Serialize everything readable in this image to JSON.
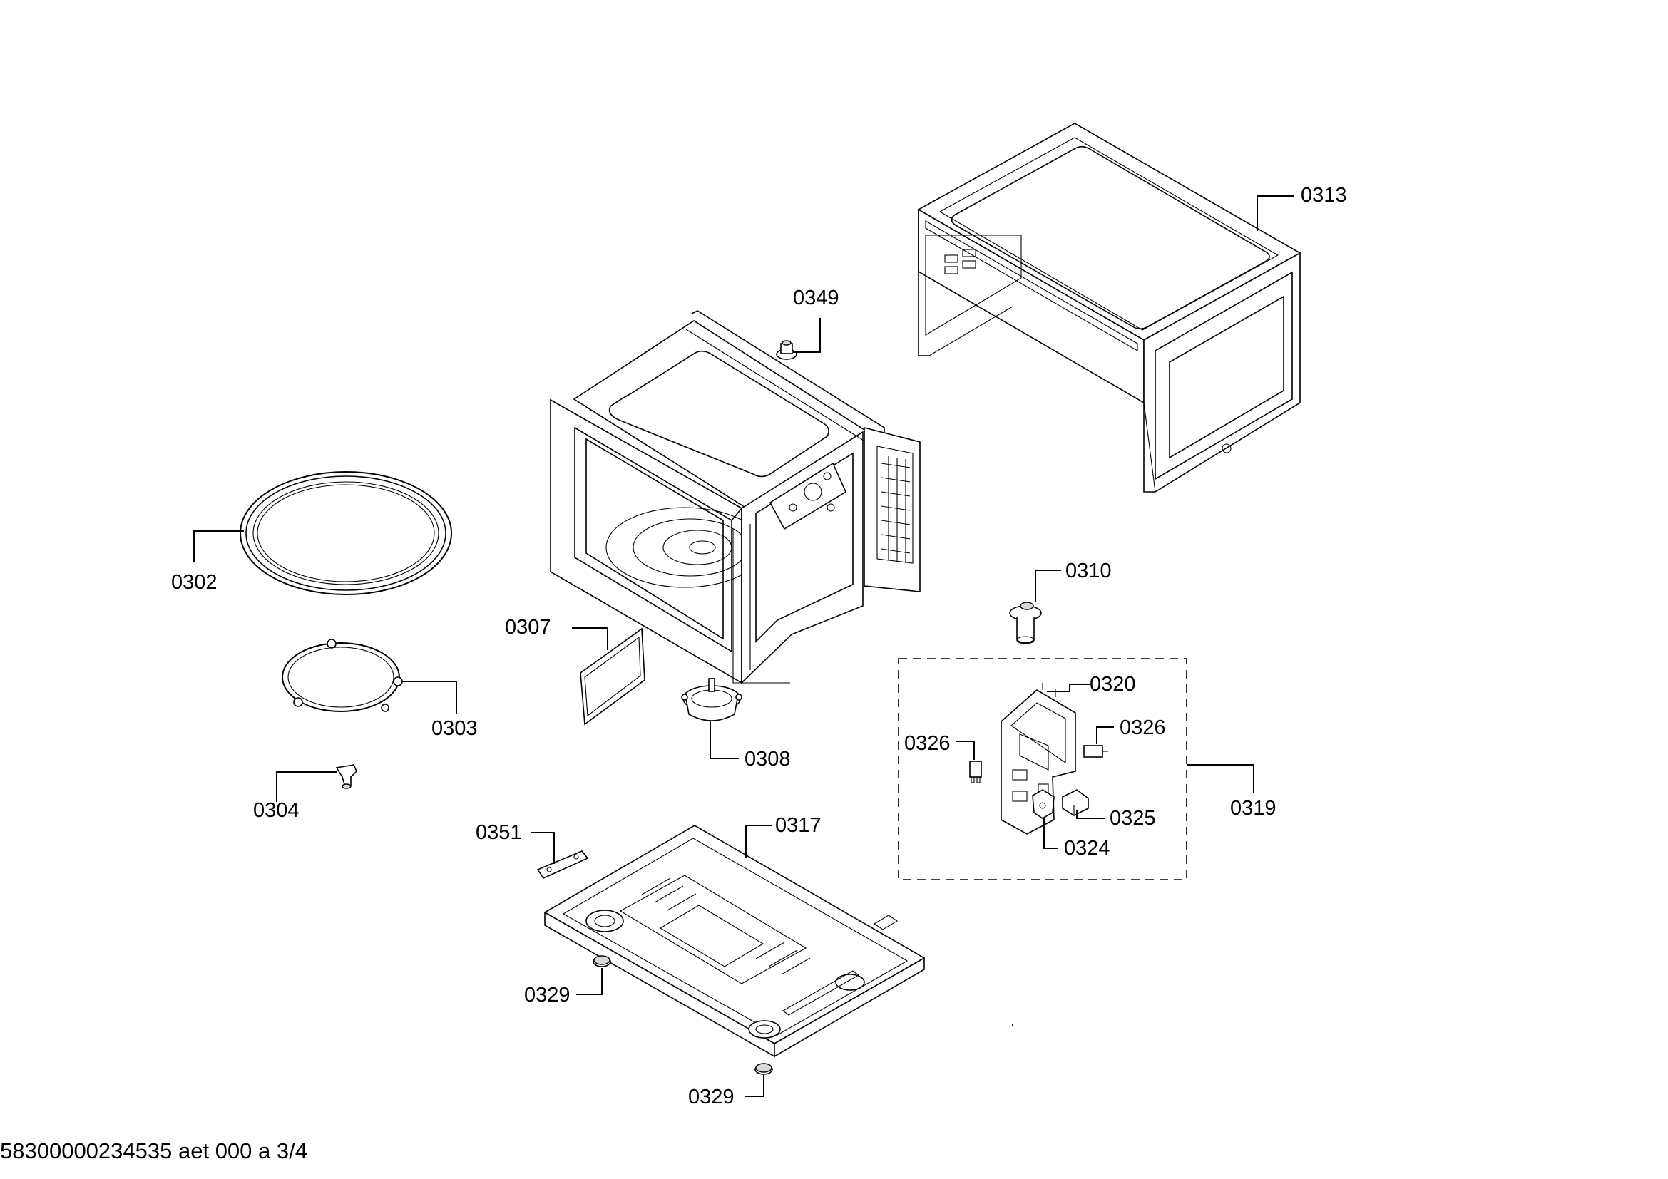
{
  "footer": {
    "doc_ref": "58300000234535 aet 000 a 3/4"
  },
  "parts": {
    "p0302": "0302",
    "p0303": "0303",
    "p0304": "0304",
    "p0307": "0307",
    "p0308": "0308",
    "p0310": "0310",
    "p0313": "0313",
    "p0317": "0317",
    "p0319": "0319",
    "p0320": "0320",
    "p0324": "0324",
    "p0325": "0325",
    "p0326a": "0326",
    "p0326b": "0326",
    "p0329a": "0329",
    "p0329b": "0329",
    "p0349": "0349",
    "p0351": "0351"
  }
}
